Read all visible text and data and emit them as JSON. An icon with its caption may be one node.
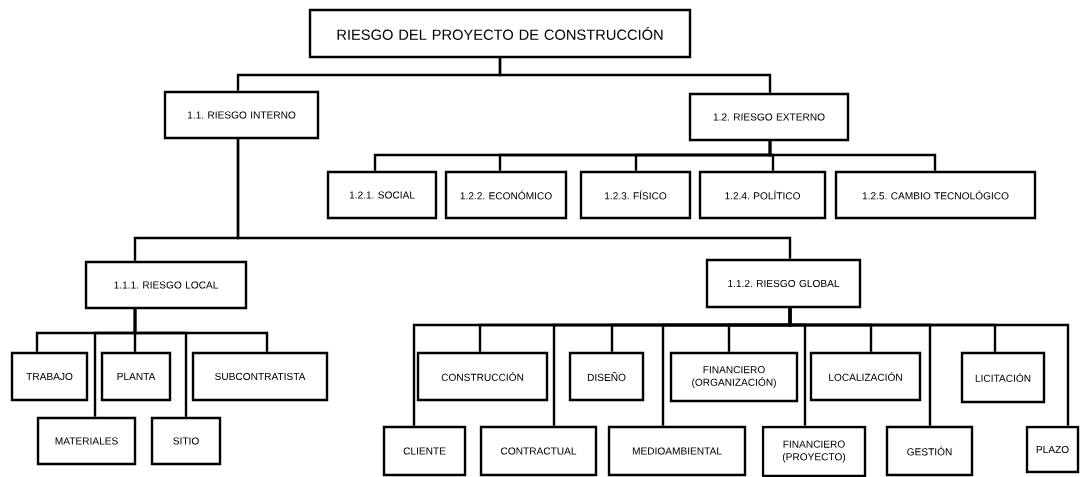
{
  "diagram": {
    "nodes": [
      {
        "text": [
          "RIESGO DEL PROYECTO DE CONSTRUCCIÓN"
        ]
      },
      {
        "text": [
          "1.1. RIESGO INTERNO"
        ]
      },
      {
        "text": [
          "1.2. RIESGO EXTERNO"
        ]
      },
      {
        "text": [
          "1.2.1. SOCIAL"
        ]
      },
      {
        "text": [
          "1.2.2. ECONÓMICO"
        ]
      },
      {
        "text": [
          "1.2.3. FÍSICO"
        ]
      },
      {
        "text": [
          "1.2.4. POLÍTICO"
        ]
      },
      {
        "text": [
          "1.2.5. CAMBIO TECNOLÓGICO"
        ]
      },
      {
        "text": [
          "1.1.1. RIESGO LOCAL"
        ]
      },
      {
        "text": [
          "1.1.2. RIESGO GLOBAL"
        ]
      },
      {
        "text": [
          "TRABAJO"
        ]
      },
      {
        "text": [
          "MATERIALES"
        ]
      },
      {
        "text": [
          "PLANTA"
        ]
      },
      {
        "text": [
          "SITIO"
        ]
      },
      {
        "text": [
          "SUBCONTRATISTA"
        ]
      },
      {
        "text": [
          "CLIENTE"
        ]
      },
      {
        "text": [
          "CONSTRUCCIÓN"
        ]
      },
      {
        "text": [
          "CONTRACTUAL"
        ]
      },
      {
        "text": [
          "DISEÑO"
        ]
      },
      {
        "text": [
          "MEDIOAMBIENTAL"
        ]
      },
      {
        "text": [
          "FINANCIERO (ORGANIZACIÓN)"
        ]
      },
      {
        "text": [
          "FINANCIERO (PROYECTO)"
        ]
      },
      {
        "text": [
          "LOCALIZACIÓN"
        ]
      },
      {
        "text": [
          "GESTIÓN"
        ]
      },
      {
        "text": [
          "LICITACIÓN"
        ]
      },
      {
        "text": [
          "PLAZO"
        ]
      }
    ],
    "edges": [
      {
        "from": 0,
        "to": 1,
        "arrow": "none"
      },
      {
        "from": 0,
        "to": 2,
        "arrow": "none"
      },
      {
        "from": 2,
        "to": 3,
        "arrow": "none"
      },
      {
        "from": 2,
        "to": 4,
        "arrow": "none"
      },
      {
        "from": 2,
        "to": 5,
        "arrow": "none"
      },
      {
        "from": 2,
        "to": 6,
        "arrow": "none"
      },
      {
        "from": 2,
        "to": 7,
        "arrow": "none"
      },
      {
        "from": 1,
        "to": 8,
        "arrow": "none"
      },
      {
        "from": 1,
        "to": 9,
        "arrow": "none"
      },
      {
        "from": 8,
        "to": 10,
        "arrow": "none"
      },
      {
        "from": 8,
        "to": 11,
        "arrow": "none"
      },
      {
        "from": 8,
        "to": 12,
        "arrow": "none"
      },
      {
        "from": 8,
        "to": 13,
        "arrow": "none"
      },
      {
        "from": 8,
        "to": 14,
        "arrow": "none"
      },
      {
        "from": 9,
        "to": 15,
        "arrow": "none"
      },
      {
        "from": 9,
        "to": 16,
        "arrow": "none"
      },
      {
        "from": 9,
        "to": 17,
        "arrow": "none"
      },
      {
        "from": 9,
        "to": 18,
        "arrow": "none"
      },
      {
        "from": 9,
        "to": 19,
        "arrow": "none"
      },
      {
        "from": 9,
        "to": 20,
        "arrow": "none"
      },
      {
        "from": 9,
        "to": 21,
        "arrow": "none"
      },
      {
        "from": 9,
        "to": 22,
        "arrow": "none"
      },
      {
        "from": 9,
        "to": 23,
        "arrow": "none"
      },
      {
        "from": 9,
        "to": 24,
        "arrow": "none"
      },
      {
        "from": 9,
        "to": 25,
        "arrow": "none"
      }
    ]
  }
}
